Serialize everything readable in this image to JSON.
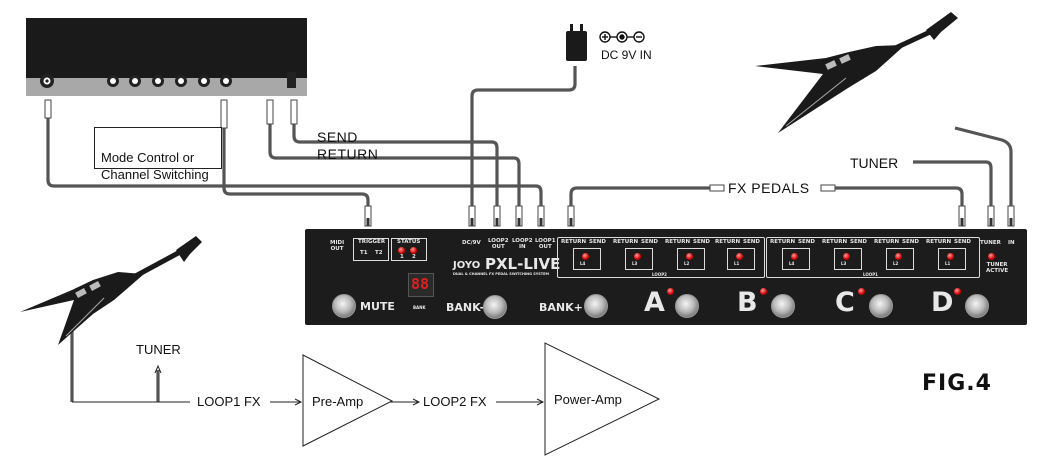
{
  "power": {
    "label": "DC 9V IN"
  },
  "labels": {
    "mode_control": "Mode Control or\nChannel Switching",
    "send": "SEND",
    "return": "RETURN",
    "tuner_top": "TUNER",
    "fx_pedals": "FX PEDALS",
    "tuner_bottom": "TUNER",
    "loop1_fx": "LOOP1 FX",
    "loop2_fx": "LOOP2 FX",
    "pre_amp": "Pre-Amp",
    "power_amp": "Power-Amp",
    "figure": "FIG.4"
  },
  "pedal": {
    "midi_out": "MIDI\nOUT",
    "trigger": "TRIGGER",
    "t1": "T1",
    "t2": "T2",
    "status": "STATUS",
    "s1": "1",
    "s2": "2",
    "dc9v": "DC/9V",
    "loop2_out": "LOOP2\nOUT",
    "loop2_in": "LOOP2\nIN",
    "loop1_out": "LOOP1\nOUT",
    "brand": "JOYO",
    "model": "PXL-LIVE",
    "subtitle": "DUAL & CHANNEL FX PEDAL SWITCHING SYSTEM",
    "display": "88",
    "bank": "BANK",
    "mute": "MUTE",
    "bank_minus": "BANK-",
    "bank_plus": "BANK+",
    "loop2": "LOOP2",
    "loop1": "LOOP1",
    "tuner": "TUNER",
    "in": "IN",
    "tuner_active": "TUNER\nACTIVE",
    "slots": [
      {
        "ret": "RETURN",
        "send": "SEND",
        "id": "L4"
      },
      {
        "ret": "RETURN",
        "send": "SEND",
        "id": "L3"
      },
      {
        "ret": "RETURN",
        "send": "SEND",
        "id": "L2"
      },
      {
        "ret": "RETURN",
        "send": "SEND",
        "id": "L1"
      },
      {
        "ret": "RETURN",
        "send": "SEND",
        "id": "L4"
      },
      {
        "ret": "RETURN",
        "send": "SEND",
        "id": "L3"
      },
      {
        "ret": "RETURN",
        "send": "SEND",
        "id": "L2"
      },
      {
        "ret": "RETURN",
        "send": "SEND",
        "id": "L1"
      }
    ],
    "footswitches": [
      "A",
      "B",
      "C",
      "D"
    ]
  }
}
